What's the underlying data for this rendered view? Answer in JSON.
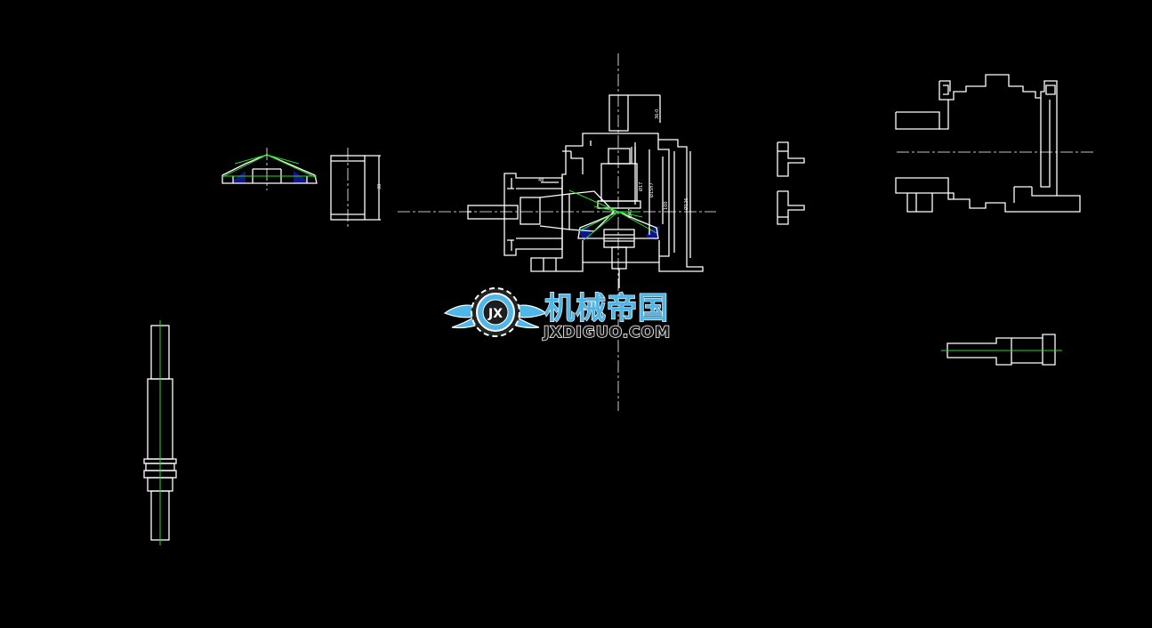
{
  "drawing": {
    "background": "#000000",
    "line_color": "#ffffff",
    "axis_color": "#22dd22",
    "fill_color": "#12148a"
  },
  "dimensions": {
    "d1": "36-0",
    "d2": "48",
    "d3": "Ø15h7",
    "d4": "Ø17",
    "d5": "Ø47",
    "d6": "100",
    "d7": "Ø126",
    "d8": "30"
  },
  "watermark": {
    "chinese": "机械帝国",
    "site": "JXDIGUO.COM",
    "badge": "JX",
    "color": "#4fb6e8"
  }
}
